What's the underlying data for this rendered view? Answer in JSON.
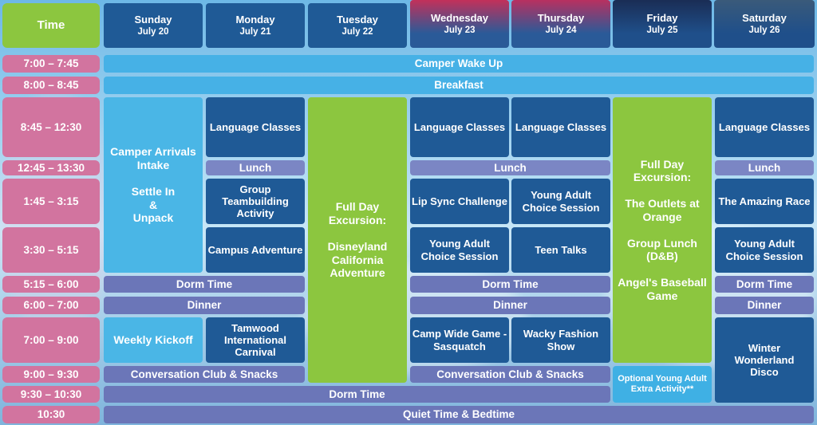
{
  "header": {
    "time_label": "Time",
    "days": [
      {
        "name": "Sunday",
        "date": "July 20"
      },
      {
        "name": "Monday",
        "date": "July 21"
      },
      {
        "name": "Tuesday",
        "date": "July 22"
      },
      {
        "name": "Wednesday",
        "date": "July 23"
      },
      {
        "name": "Thursday",
        "date": "July 24"
      },
      {
        "name": "Friday",
        "date": "July 25"
      },
      {
        "name": "Saturday",
        "date": "July 26"
      }
    ]
  },
  "times": [
    "7:00 – 7:45",
    "8:00 – 8:45",
    "8:45 – 12:30",
    "12:45 – 13:30",
    "1:45 – 3:15",
    "3:30 – 5:15",
    "5:15 – 6:00",
    "6:00 – 7:00",
    "7:00 – 9:00",
    "9:00 – 9:30",
    "9:30 – 10:30",
    "10:30"
  ],
  "events": {
    "wake_up": "Camper Wake Up",
    "breakfast": "Breakfast",
    "sun_arrivals": "Camper Arrivals\nIntake\n\nSettle In\n&\nUnpack",
    "mon_language": "Language Classes",
    "mon_lunch": "Lunch",
    "mon_teambuilding": "Group\nTeambuilding\nActivity",
    "mon_campus": "Campus Adventure",
    "tue_excursion": "Full Day\nExcursion:\n\nDisneyland\nCalifornia\nAdventure",
    "wed_language": "Language Classes",
    "thu_language": "Language Classes",
    "wedthu_lunch": "Lunch",
    "wed_lipsync": "Lip Sync Challenge",
    "thu_choice": "Young Adult\nChoice Session",
    "wed_choice": "Young Adult\nChoice Session",
    "thu_teentalks": "Teen Talks",
    "fri_excursion": "Full Day\nExcursion:\n\nThe Outlets at\nOrange\n\nGroup Lunch\n(D&B)\n\nAngel's Baseball\nGame",
    "sat_language": "Language Classes",
    "sat_lunch": "Lunch",
    "sat_race": "The Amazing Race",
    "sat_choice": "Young Adult\nChoice Session",
    "sunmon_dorm": "Dorm Time",
    "wedthu_dorm": "Dorm Time",
    "sat_dorm": "Dorm Time",
    "sunmon_dinner": "Dinner",
    "wedthu_dinner": "Dinner",
    "sat_dinner": "Dinner",
    "sun_kickoff": "Weekly Kickoff",
    "mon_carnival": "Tamwood\nInternational\nCarnival",
    "wed_sasquatch": "Camp Wide Game -\nSasquatch",
    "thu_fashion": "Wacky Fashion\nShow",
    "sat_disco": "Winter\nWonderland\nDisco",
    "sunmon_conv": "Conversation Club & Snacks",
    "wedthu_conv": "Conversation Club & Snacks",
    "fri_optional": "Optional Young Adult\nExtra Activity**",
    "dorm_late": "Dorm Time",
    "quiet": "Quiet Time & Bedtime"
  }
}
